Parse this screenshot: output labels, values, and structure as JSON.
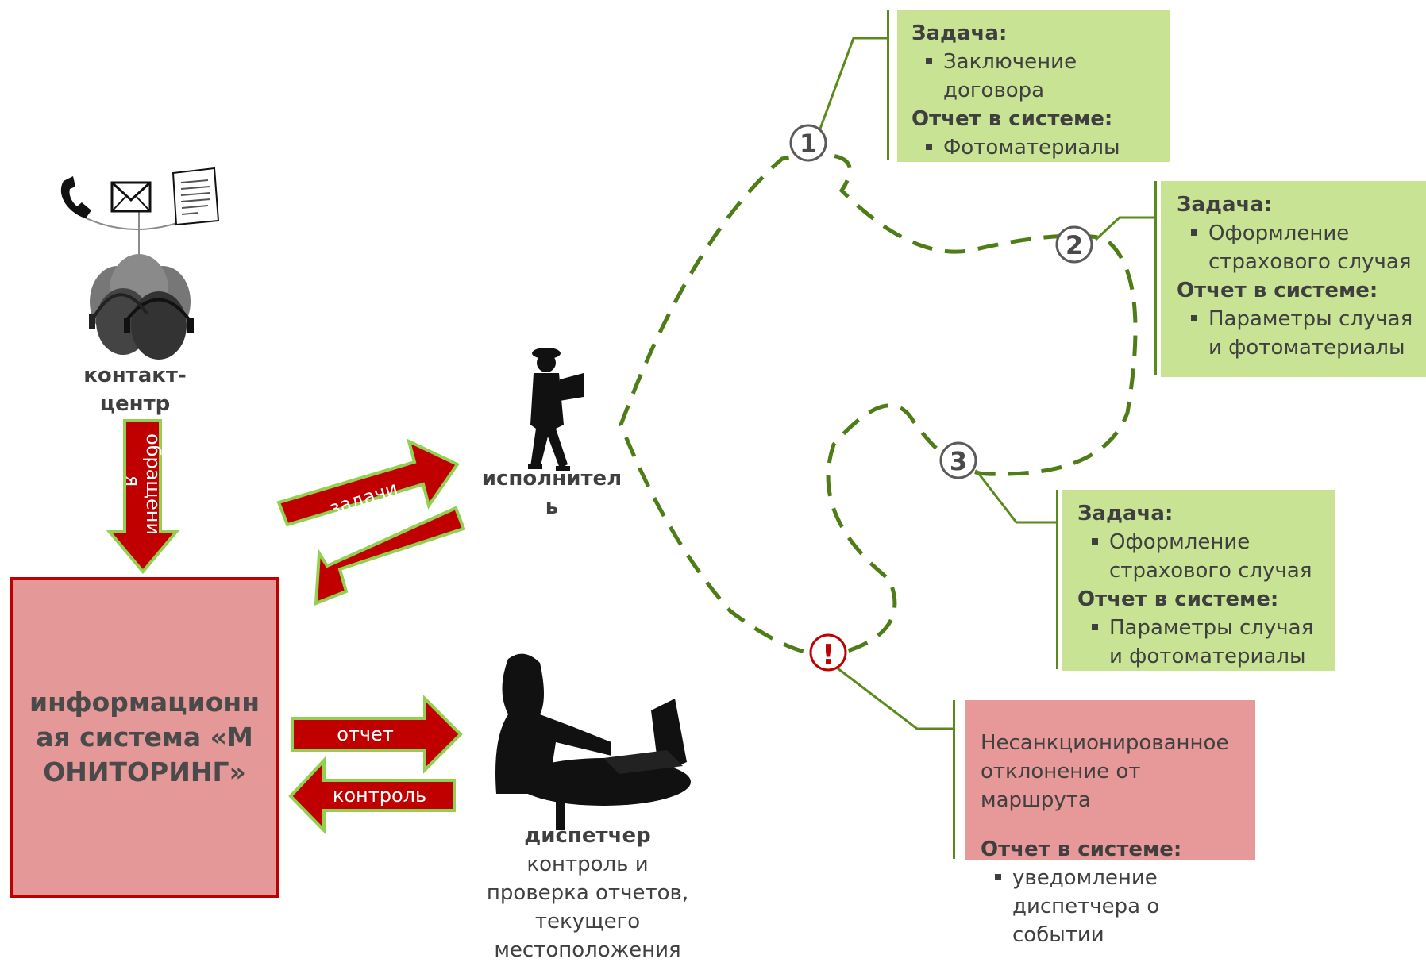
{
  "contact_center": {
    "label": "контакт-\nцентр",
    "icons": [
      "phone-icon",
      "envelope-icon",
      "document-icon",
      "operators-headset-icon"
    ]
  },
  "flows": {
    "appeals": "обращени\nя",
    "tasks": "задачи",
    "report_up": "отчет",
    "report_right": "отчет",
    "control": "контроль"
  },
  "system": {
    "title": "информационная система «МОНИТОРИНГ»"
  },
  "executor": {
    "label": "исполнител\nь"
  },
  "dispatcher": {
    "title": "диспетчер",
    "description": "контроль и\nпроверка отчетов,\nтекущего\nместоположения"
  },
  "checkpoints": [
    {
      "marker": "1",
      "task_label": "Задача:",
      "task": "Заключение\nдоговора",
      "report_label": "Отчет в системе:",
      "report": "Фотоматериалы"
    },
    {
      "marker": "2",
      "task_label": "Задача:",
      "task": "Оформление\nстрахового случая",
      "report_label": "Отчет в системе:",
      "report": "Параметры случая\nи фотоматериалы"
    },
    {
      "marker": "3",
      "task_label": "Задача:",
      "task": "Оформление\nстрахового случая",
      "report_label": "Отчет в системе:",
      "report": "Параметры случая\nи фотоматериалы"
    }
  ],
  "alert": {
    "marker": "!",
    "event": "Несанкционированное\nотклонение от\nмаршрута",
    "report_label": "Отчет в системе:",
    "report": "уведомление\nдиспетчера о\nсобытии"
  },
  "colors": {
    "arrow_fill": "#c00000",
    "arrow_border": "#92d050",
    "route": "#4e7d17",
    "task_box": "#c9e394",
    "alert_box": "#e79898",
    "system_fill": "#e59898",
    "system_border": "#c00000",
    "alert_marker": "#c00000"
  }
}
